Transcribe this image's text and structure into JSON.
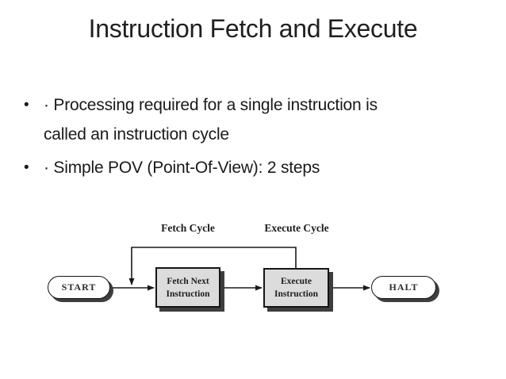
{
  "slide": {
    "title": "Instruction Fetch and Execute",
    "bullets": [
      {
        "marker": "•",
        "lines": [
          "· Processing required for a single instruction is",
          "called an instruction cycle"
        ]
      },
      {
        "marker": "•",
        "lines": [
          "· Simple POV (Point-Of-View): 2 steps"
        ]
      }
    ]
  },
  "diagram": {
    "type": "flowchart",
    "labels": [
      {
        "text": "Fetch Cycle"
      },
      {
        "text": "Execute Cycle"
      }
    ],
    "nodes": [
      {
        "id": "start",
        "shape": "terminator",
        "label": "START"
      },
      {
        "id": "fetch-next-instruction",
        "shape": "process",
        "lines": [
          "Fetch Next",
          "Instruction"
        ]
      },
      {
        "id": "execute-instruction",
        "shape": "process",
        "lines": [
          "Execute",
          "Instruction"
        ]
      },
      {
        "id": "halt",
        "shape": "terminator",
        "label": "HALT"
      }
    ],
    "edges": [
      {
        "from": "start",
        "to": "fetch-next-instruction",
        "kind": "arrow"
      },
      {
        "from": "fetch-next-instruction",
        "to": "execute-instruction",
        "kind": "arrow"
      },
      {
        "from": "execute-instruction",
        "to": "halt",
        "kind": "arrow"
      },
      {
        "from": "execute-instruction",
        "to": "fetch-next-instruction",
        "kind": "loop-back-arrow"
      }
    ],
    "colors": {
      "line": "#1a1a1a",
      "process_fill": "#dcdcdc",
      "terminator_fill": "#ffffff",
      "border": "#141414",
      "shadow": "#3e3e3e",
      "text": "#1d1d1d"
    }
  }
}
